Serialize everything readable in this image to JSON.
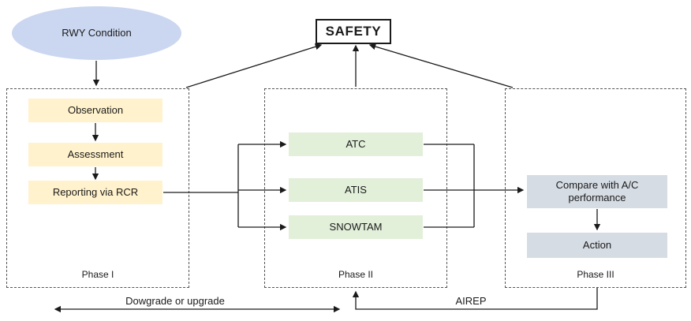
{
  "diagram": {
    "source": {
      "label": "RWY Condition"
    },
    "safety": {
      "label": "SAFETY"
    },
    "phases": [
      {
        "label": "Phase I",
        "steps": [
          "Observation",
          "Assessment",
          "Reporting via RCR"
        ]
      },
      {
        "label": "Phase II",
        "steps": [
          "ATC",
          "ATIS",
          "SNOWTAM"
        ]
      },
      {
        "label": "Phase III",
        "steps": [
          "Compare with A/C performance",
          "Action"
        ]
      }
    ],
    "footer": {
      "downgrade_upgrade": "Dowgrade or upgrade",
      "airep": "AIREP"
    },
    "colors": {
      "ellipse_fill": "#cbd7f0",
      "phase1_box_fill": "#fff2cc",
      "phase2_box_fill": "#e2efd9",
      "phase3_box_fill": "#d6dce4",
      "line_color": "#1a1a1a",
      "dashed_border": "#555555",
      "text_color": "#1a1a1a"
    }
  }
}
